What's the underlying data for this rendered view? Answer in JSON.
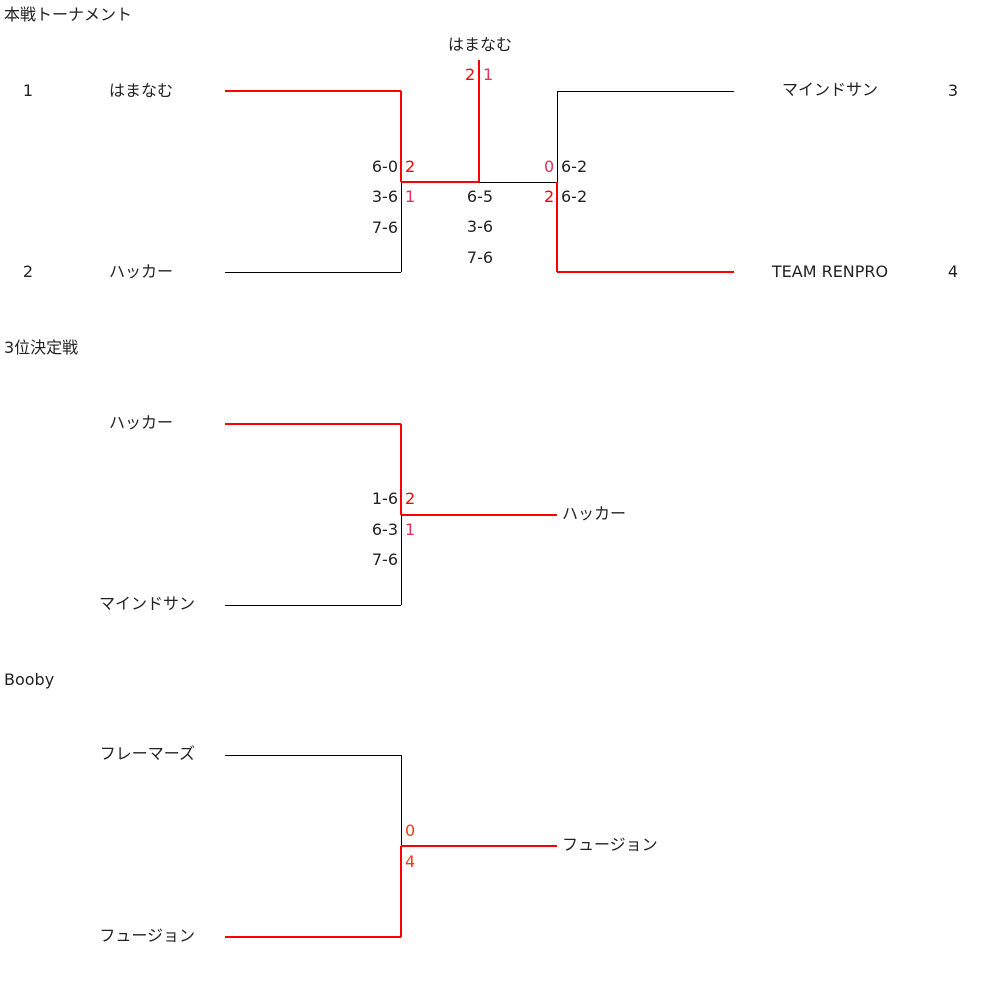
{
  "main": {
    "title": "本戦トーナメント",
    "champion": "はまなむ",
    "final_sets": {
      "left": "2",
      "right": "1"
    },
    "final_games": [
      "6-5",
      "3-6",
      "7-6"
    ],
    "teams": [
      {
        "seed": "1",
        "name": "はまなむ"
      },
      {
        "seed": "2",
        "name": "ハッカー"
      },
      {
        "seed": "3",
        "name": "マインドサン"
      },
      {
        "seed": "4",
        "name": "TEAM RENPRO"
      }
    ],
    "semi_left": {
      "games": [
        "6-0",
        "3-6",
        "7-6"
      ],
      "sets": [
        "2",
        "1"
      ]
    },
    "semi_right": {
      "games": [
        "6-2",
        "6-2"
      ],
      "sets": [
        "0",
        "2"
      ]
    }
  },
  "third_place": {
    "title": "3位決定戦",
    "teams": [
      "ハッカー",
      "マインドサン"
    ],
    "games": [
      "1-6",
      "6-3",
      "7-6"
    ],
    "sets": [
      "2",
      "1"
    ],
    "winner": "ハッカー"
  },
  "booby": {
    "title": "Booby",
    "teams": [
      "フレーマーズ",
      "フュージョン"
    ],
    "sets": [
      "0",
      "4"
    ],
    "winner": "フュージョン"
  },
  "colors": {
    "winner_line": "#ff0000",
    "line": "#000000"
  }
}
